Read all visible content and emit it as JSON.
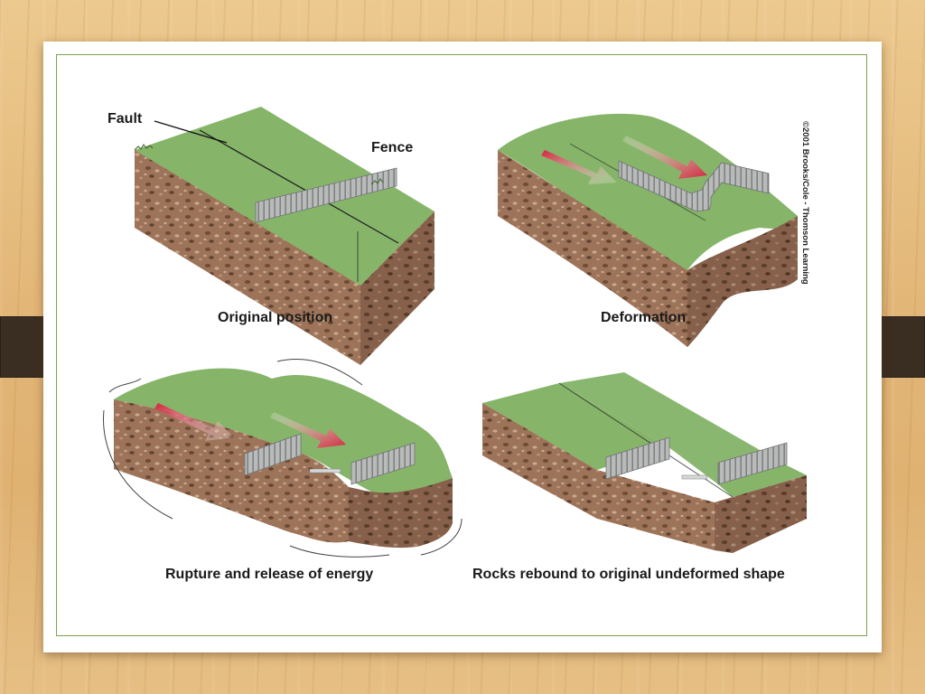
{
  "labels": {
    "fault": "Fault",
    "fence": "Fence"
  },
  "captions": {
    "original": "Original position",
    "deformation": "Deformation",
    "rupture": "Rupture and release of energy",
    "rebound": "Rocks rebound to original undeformed shape"
  },
  "credit": "©2001 Brooks/Cole - Thomson Learning",
  "colors": {
    "grass": "#86b56a",
    "rock": "#9b7257",
    "arrow": "#d61f3c",
    "fence": "#a9abab",
    "border": "#7ea24a",
    "tab": "#3a2d22"
  }
}
